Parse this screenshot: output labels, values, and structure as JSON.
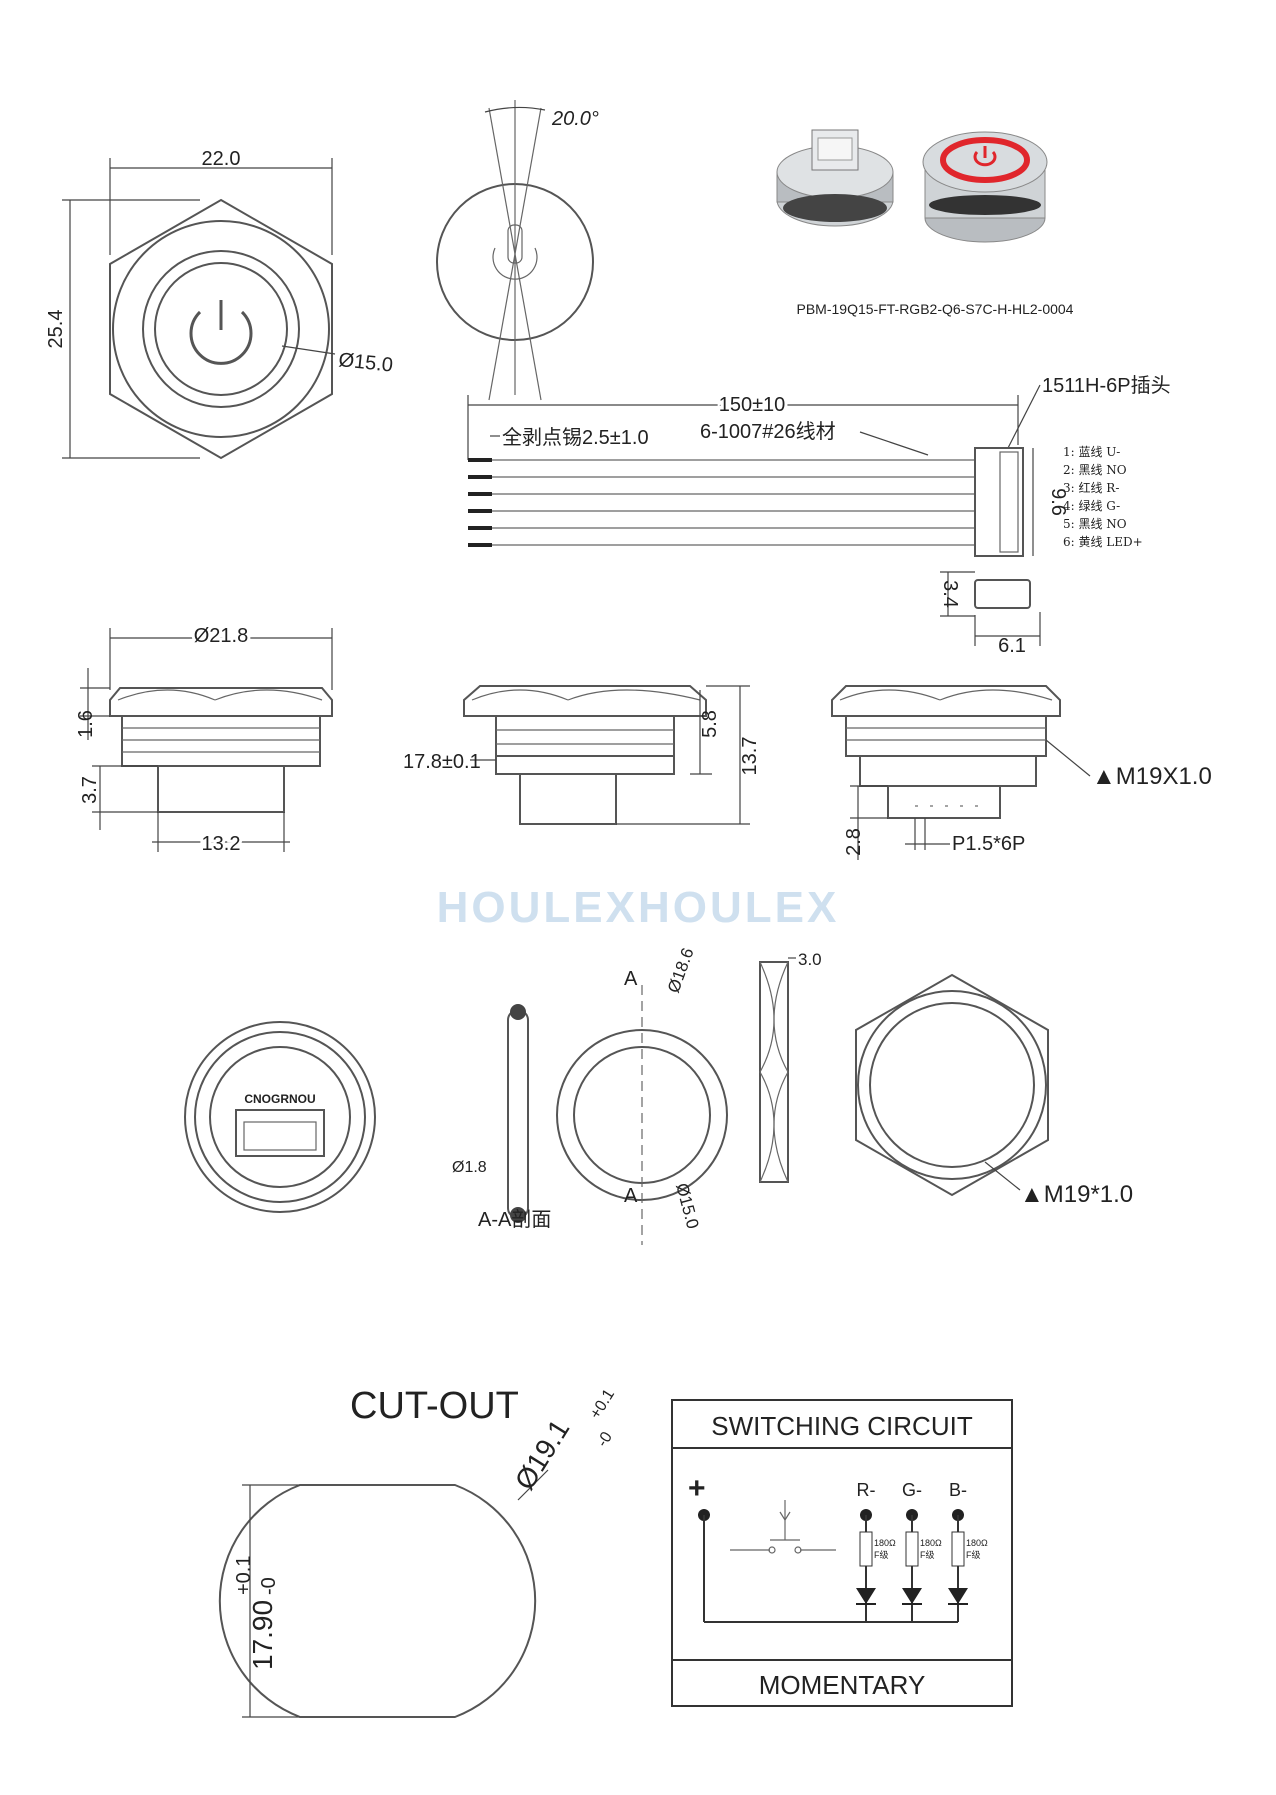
{
  "top_view": {
    "width": "22.0",
    "height": "25.4",
    "bezel_dia": "Ø15.0"
  },
  "angle_view": {
    "angle": "20.0°"
  },
  "product": {
    "model": "PBM-19Q15-FT-RGB2-Q6-S7C-H-HL2-0004",
    "accent_color": "#e0262c"
  },
  "cable": {
    "length": "150±10",
    "strip": "全剥点锡2.5±1.0",
    "wire_type": "6-1007#26线材",
    "connector": "1511H-6P插头",
    "pin_list": [
      "1: 蓝线 U-",
      "2: 黑线 NO",
      "3: 红线 R-",
      "4: 绿线 G-",
      "5: 黑线 NO",
      "6: 黄线 LED+"
    ],
    "connector_height": "9.6",
    "connector_side_h": "3.4",
    "connector_side_w": "6.1"
  },
  "side_left": {
    "dia": "Ø21.8",
    "head_h": "1.6",
    "tail_h": "3.7",
    "tail_w": "13.2"
  },
  "side_mid": {
    "thread_len": "17.8±0.1",
    "depth": "5.8",
    "total": "13.7"
  },
  "side_right": {
    "thread": "▲M19X1.0",
    "base_h": "2.8",
    "pitch": "P1.5*6P"
  },
  "watermark": "HOULEXHOULEX",
  "bottom_view": {
    "label": "CNOGRNOU"
  },
  "oring": {
    "cs": "Ø1.8",
    "section": "A-A剖面"
  },
  "washer": {
    "od": "Ø18.6",
    "id": "Ø15.0",
    "a_top": "A",
    "a_bottom": "A"
  },
  "nut_side": {
    "thk": "3.0"
  },
  "nut": {
    "thread": "▲M19*1.0"
  },
  "cutout": {
    "title": "CUT-OUT",
    "dia": "Ø19.1",
    "dia_tol_plus": "+0.1",
    "dia_tol_minus": "-0",
    "flat": "17.90",
    "flat_tol_plus": "+0.1",
    "flat_tol_minus": "-0"
  },
  "circuit": {
    "title": "SWITCHING CIRCUIT",
    "plus": "+",
    "channels": [
      "R-",
      "G-",
      "B-"
    ],
    "resistor": "180Ω",
    "grade": "F级",
    "mode": "MOMENTARY"
  }
}
